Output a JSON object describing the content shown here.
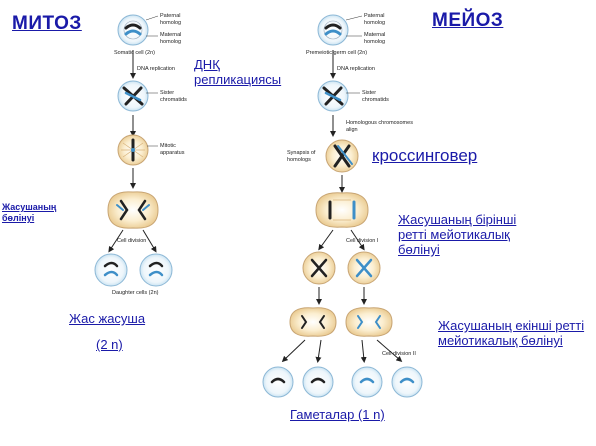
{
  "mitosis": {
    "title": "МИТОЗ",
    "replication_note": "ДНҚ репликациясы",
    "division_note": "Жасушаның бөлінуі",
    "result": "Жас жасуша",
    "result_ploidy": "(2 n)",
    "small": {
      "paternal": "Paternal homolog",
      "maternal": "Maternal homolog",
      "somatic": "Somatic cell (2n)",
      "dna": "DNA replication",
      "sister": "Sister chromatids",
      "mitotic": "Mitotic apparatus",
      "celldiv": "Cell division",
      "daughter": "Daughter cells (2n)"
    }
  },
  "meiosis": {
    "title": "МЕЙОЗ",
    "crossing_over": "кроссинговер",
    "first_division": "Жасушаның бірінші ретті мейотикалық бөлінуі",
    "second_division": "Жасушаның екінші ретті мейотикалық бөлінуі",
    "gametes": "Гаметалар (1 n)",
    "small": {
      "paternal": "Paternal homolog",
      "maternal": "Maternal homolog",
      "premeiotic": "Premeiotic germ cell (2n)",
      "dna": "DNA replication",
      "sister": "Sister chromatids",
      "homologous": "Homologous chromosomes align",
      "synapsis": "Synapsis of homologs",
      "div1": "Cell division I",
      "div2": "Cell division II"
    }
  },
  "colors": {
    "label_blue": "#1a1aa8",
    "cell_fill": "#f1d9a8",
    "cell_edge": "#c8a574",
    "paternal": "#3e8fc8",
    "maternal": "#222222"
  }
}
